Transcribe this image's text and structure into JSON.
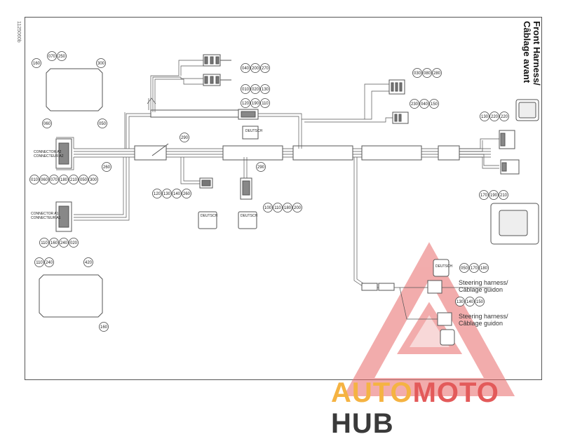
{
  "title": {
    "line1": "Front Harness/",
    "line2": "Câblage avant"
  },
  "figure_code": "1125060b",
  "watermark": {
    "part1": "AUTO",
    "part2": "MOTO",
    "part3": "HUB",
    "color1": "#f5b342",
    "color2": "#e35a5a",
    "color3": "#3a3a3a"
  },
  "labels": {
    "steering1_line1": "Steering harness/",
    "steering1_line2": "Câblage guidon",
    "steering2_line1": "Steering harness/",
    "steering2_line2": "Câblage guidon",
    "deutsch_a": "DEUTSCH",
    "deutsch_b": "DEUTSCH",
    "deutsch_c": "DEUTSCH",
    "deutsch_d": "DEUTSCH",
    "connector_a2": "CONNECTOR A2",
    "connector_a2_fr": "CONNECTEUR A2",
    "connector_a1": "CONNECTOR A1",
    "connector_a1_fr": "CONNECTEUR A1"
  },
  "callouts": [
    {
      "id": "c160a",
      "text": "160"
    },
    {
      "id": "c070a",
      "text": "070"
    },
    {
      "id": "c250a",
      "text": "250"
    },
    {
      "id": "c300a",
      "text": "300"
    },
    {
      "id": "c060a",
      "text": "060"
    },
    {
      "id": "c050a",
      "text": "050"
    },
    {
      "id": "c040a",
      "text": "040"
    },
    {
      "id": "c200a",
      "text": "200"
    },
    {
      "id": "c270a",
      "text": "270"
    },
    {
      "id": "c010a",
      "text": "010"
    },
    {
      "id": "c020a",
      "text": "020"
    },
    {
      "id": "c130a",
      "text": "130"
    },
    {
      "id": "c120a",
      "text": "120"
    },
    {
      "id": "c190a",
      "text": "190"
    },
    {
      "id": "c110a",
      "text": "110"
    },
    {
      "id": "c030a",
      "text": "030"
    },
    {
      "id": "c080a",
      "text": "080"
    },
    {
      "id": "c280a",
      "text": "280"
    },
    {
      "id": "c230a",
      "text": "230"
    },
    {
      "id": "c040b",
      "text": "040"
    },
    {
      "id": "c150a",
      "text": "150"
    },
    {
      "id": "c130b",
      "text": "130"
    },
    {
      "id": "c220a",
      "text": "220"
    },
    {
      "id": "c220b",
      "text": "220"
    },
    {
      "id": "c290a",
      "text": "290"
    },
    {
      "id": "c260a",
      "text": "260"
    },
    {
      "id": "c290b",
      "text": "290"
    },
    {
      "id": "c010b",
      "text": "010"
    },
    {
      "id": "c060b",
      "text": "060"
    },
    {
      "id": "c070b",
      "text": "070"
    },
    {
      "id": "c180a",
      "text": "180"
    },
    {
      "id": "c210a",
      "text": "210"
    },
    {
      "id": "c050b",
      "text": "050"
    },
    {
      "id": "c300b",
      "text": "300"
    },
    {
      "id": "c120b",
      "text": "120"
    },
    {
      "id": "c130c",
      "text": "130"
    },
    {
      "id": "c140a",
      "text": "140"
    },
    {
      "id": "c260b",
      "text": "260"
    },
    {
      "id": "c100a",
      "text": "100"
    },
    {
      "id": "c110b",
      "text": "110"
    },
    {
      "id": "c180b",
      "text": "180"
    },
    {
      "id": "c200b",
      "text": "200"
    },
    {
      "id": "c170a",
      "text": "170"
    },
    {
      "id": "c190b",
      "text": "190"
    },
    {
      "id": "c210b",
      "text": "210"
    },
    {
      "id": "c110c",
      "text": "110"
    },
    {
      "id": "c160b",
      "text": "160"
    },
    {
      "id": "c240a",
      "text": "240"
    },
    {
      "id": "c020b",
      "text": "020"
    },
    {
      "id": "c110d",
      "text": "110"
    },
    {
      "id": "c240b",
      "text": "240"
    },
    {
      "id": "c420a",
      "text": "420"
    },
    {
      "id": "c160c",
      "text": "160"
    },
    {
      "id": "c050c",
      "text": "050"
    },
    {
      "id": "c170b",
      "text": "170"
    },
    {
      "id": "c180c",
      "text": "180"
    },
    {
      "id": "c130d",
      "text": "130"
    },
    {
      "id": "c140b",
      "text": "140"
    },
    {
      "id": "c150b",
      "text": "150"
    }
  ]
}
